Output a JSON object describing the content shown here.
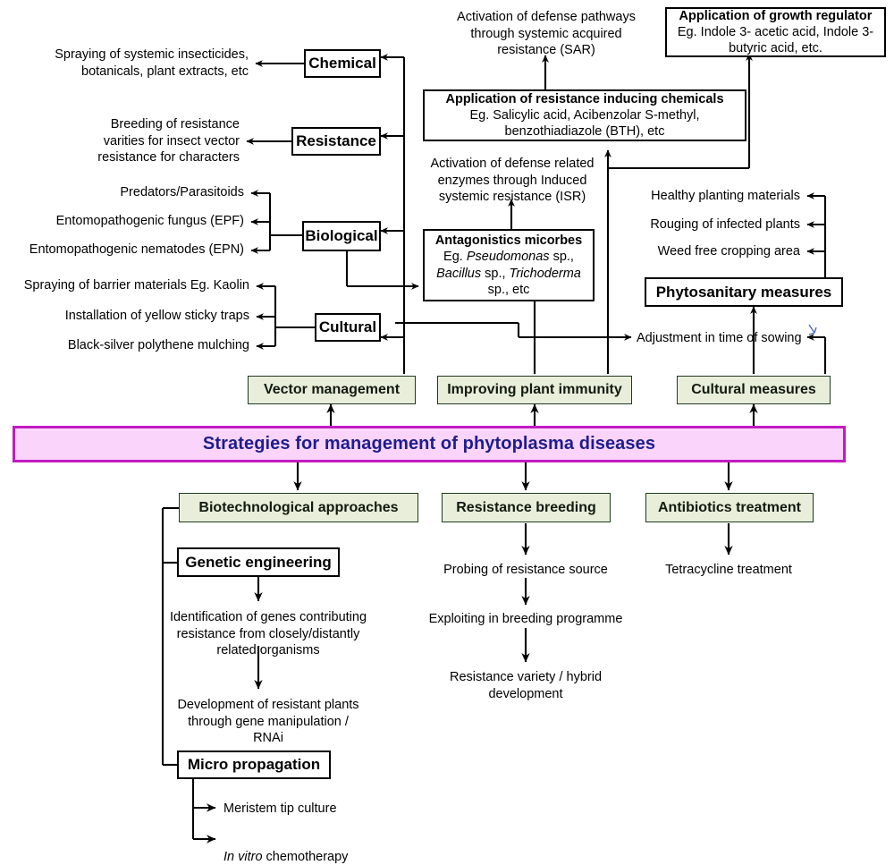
{
  "title": "Strategies for management of phytoplasma diseases",
  "colors": {
    "banner_fill": "#fbd4fb",
    "banner_border": "#c21bc2",
    "banner_text": "#1d1d8f",
    "green_fill": "#e9eedb",
    "green_border": "#1f3b20",
    "line": "#000000",
    "artifact_mark": "#4a6fc4"
  },
  "banner": {
    "label": "Strategies for management of phytoplasma diseases"
  },
  "pillars": {
    "vector_management": "Vector management",
    "improving_plant_immunity": "Improving plant immunity",
    "cultural_measures": "Cultural measures",
    "biotechnological_approaches": "Biotechnological approaches",
    "resistance_breeding": "Resistance breeding",
    "antibiotics_treatment": "Antibiotics treatment"
  },
  "vector_management_branch": {
    "categories": [
      {
        "key": "chemical",
        "label": "Chemical"
      },
      {
        "key": "resistance",
        "label": "Resistance"
      },
      {
        "key": "biological",
        "label": "Biological"
      },
      {
        "key": "cultural",
        "label": "Cultural"
      }
    ],
    "chemical_outputs": [
      "Spraying of systemic insecticides,\nbotanicals, plant extracts, etc"
    ],
    "resistance_outputs": [
      "Breeding of resistance\nvarities for insect vector\nresistance for characters"
    ],
    "biological_outputs": [
      "Predators/Parasitoids",
      "Entomopathogenic fungus (EPF)",
      "Entomopathogenic nematodes (EPN)"
    ],
    "cultural_outputs": [
      "Spraying of barrier materials Eg. Kaolin",
      "Installation of yellow sticky traps",
      "Black-silver polythene mulching"
    ]
  },
  "immunity_branch": {
    "sar_text": "Activation of defense pathways\nthrough systemic acquired\nresistance (SAR)",
    "isr_text": "Activation  of defense related\nenzymes through Induced\nsystemic resistance (ISR)",
    "chemicals_box": {
      "heading": "Application of resistance inducing chemicals",
      "detail": "Eg. Salicylic acid, Acibenzolar S-methyl,\nbenzothiadiazole (BTH), etc"
    },
    "growth_regulator_box": {
      "heading": "Application of growth regulator",
      "detail": "Eg. Indole 3- acetic acid, Indole 3-\nbutyric acid, etc."
    },
    "microbes_box": {
      "heading": "Antagonistics micorbes",
      "detail_line1_prefix": "Eg. ",
      "detail_line1_italic": "Pseudomonas",
      "detail_line1_suffix": " sp.,",
      "detail_line2_italic_a": "Bacillus",
      "detail_line2_mid": " sp., ",
      "detail_line2_italic_b": "Trichoderma",
      "detail_line3": "sp., etc"
    }
  },
  "cultural_branch": {
    "phytosanitary_box": "Phytosanitary measures",
    "phytosanitary_outputs": [
      "Healthy planting materials",
      "Rouging of infected plants",
      "Weed free cropping area"
    ],
    "sowing_adjustment": "Adjustment in time of sowing"
  },
  "biotech_branch": {
    "genetic_engineering": "Genetic engineering",
    "ge_steps": [
      "Identification of genes contributing\nresistance from closely/distantly\nrelated organisms",
      "Development of resistant plants\nthrough gene manipulation /\nRNAi"
    ],
    "micro_propagation": "Micro propagation",
    "mp_outputs_plain": [
      "Meristem tip culture"
    ],
    "mp_output_italic": {
      "italic": "In vitro",
      "rest": " chemotherapy"
    }
  },
  "resistance_breeding_branch": {
    "steps": [
      "Probing of resistance source",
      "Exploiting in breeding programme",
      "Resistance variety / hybrid\ndevelopment"
    ]
  },
  "antibiotics_branch": {
    "steps": [
      "Tetracycline treatment"
    ]
  }
}
